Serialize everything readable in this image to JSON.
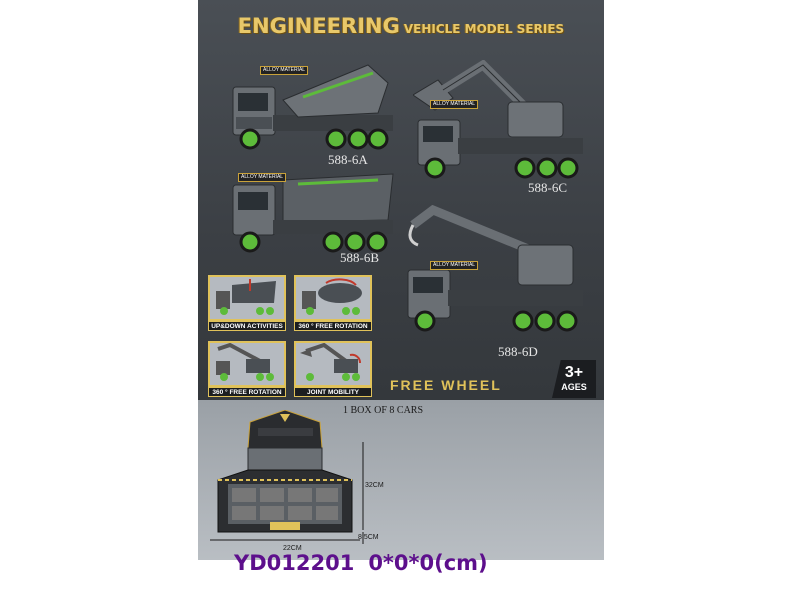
{
  "header": {
    "title_main": "ENGINEERING",
    "title_sub": "VEHICLE MODEL SERIES"
  },
  "products": [
    {
      "model": "588-6A",
      "tag": "ALLOY MATERIAL",
      "vehicle_icon": "cement-mixer-truck-icon"
    },
    {
      "model": "588-6C",
      "tag": "ALLOY MATERIAL",
      "vehicle_icon": "excavator-truck-icon"
    },
    {
      "model": "588-6B",
      "tag": "ALLOY MATERIAL",
      "vehicle_icon": "dump-truck-icon"
    },
    {
      "model": "588-6D",
      "tag": "ALLOY MATERIAL",
      "vehicle_icon": "crane-truck-icon"
    }
  ],
  "features": [
    {
      "caption": "UP&DOWN ACTIVITIES"
    },
    {
      "caption": "360 ° FREE ROTATION"
    },
    {
      "caption": "360 ° FREE ROTATION"
    },
    {
      "caption": "JOINT MOBILITY"
    }
  ],
  "badges": {
    "free_wheel": "FREE WHEEL",
    "age_plus": "3+",
    "age_label": "AGES"
  },
  "packaging": {
    "box_note": "1 BOX OF 8 CARS",
    "height_label": "32CM",
    "depth_label": "8.5CM",
    "width_label": "22CM"
  },
  "footer": {
    "product_code": "YD012201",
    "dimensions": "0*0*0(cm)"
  },
  "colors": {
    "background_dark": "#3d4146",
    "accent_gold": "#e0c25a",
    "accent_green": "#5dbb3a",
    "code_purple": "#5d0f8c"
  }
}
